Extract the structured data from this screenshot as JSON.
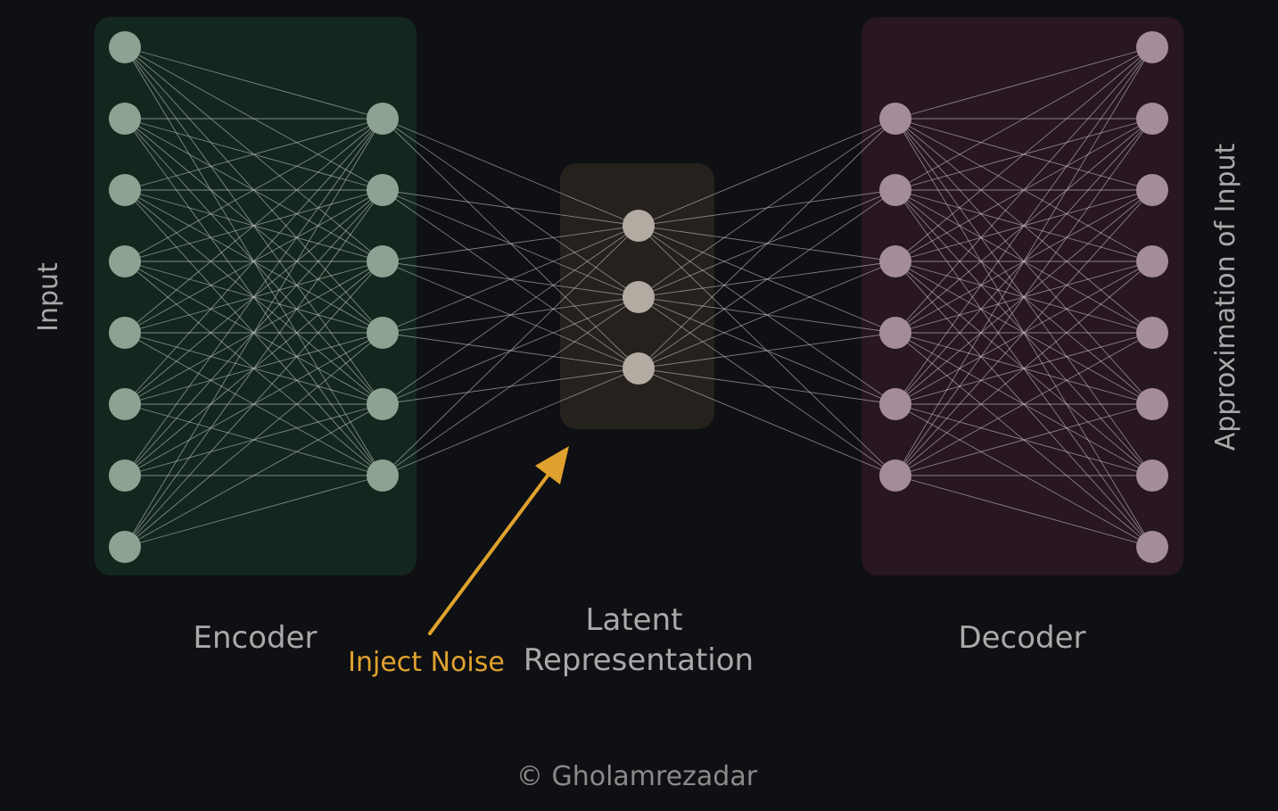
{
  "labels": {
    "input": "Input",
    "output": "Approximation of Input",
    "encoder": "Encoder",
    "latent_line1": "Latent",
    "latent_line2": "Representation",
    "decoder": "Decoder",
    "noise": "Inject Noise",
    "copyright": "© Gholamrezadar"
  },
  "layers": [
    {
      "name": "input-layer",
      "nodes": 8
    },
    {
      "name": "encoder-hidden-layer",
      "nodes": 6
    },
    {
      "name": "latent-layer",
      "nodes": 3
    },
    {
      "name": "decoder-hidden-layer",
      "nodes": 6
    },
    {
      "name": "output-layer",
      "nodes": 8
    }
  ],
  "colors": {
    "background": "#0f1013",
    "encoder_panel": "#14271e",
    "latent_panel": "#25211c",
    "decoder_panel": "#281621",
    "encoder_node": "#8ea293",
    "latent_node": "#b3aba2",
    "decoder_node": "#a48c9a",
    "connection": "#c9c9c9",
    "noise_arrow": "#e0a22e",
    "label": "#a9a9a9"
  }
}
